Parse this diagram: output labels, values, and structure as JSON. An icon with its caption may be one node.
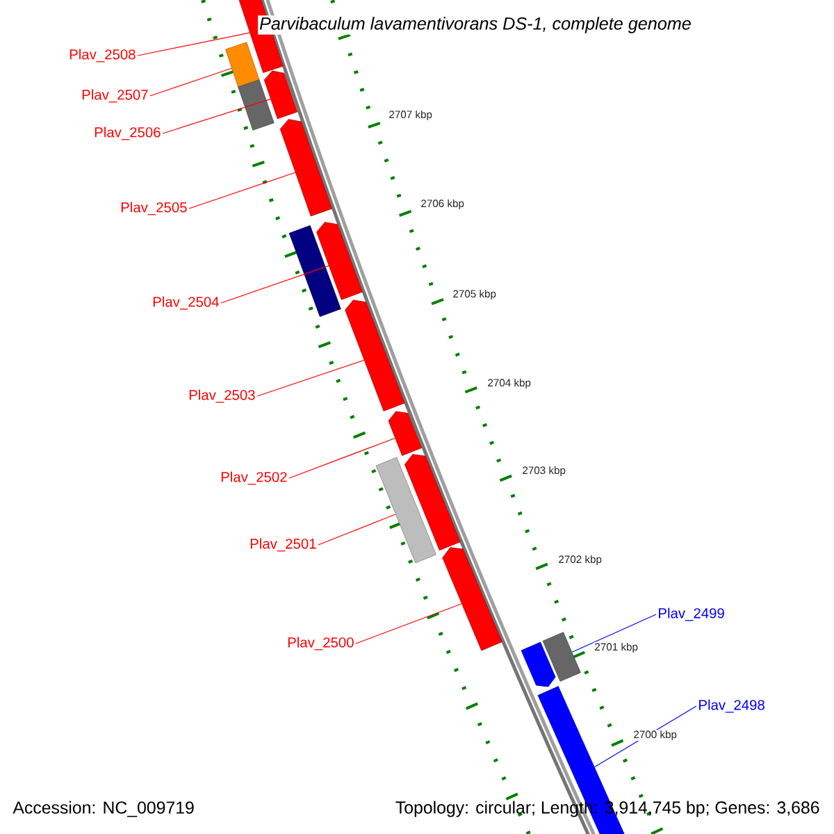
{
  "diagram": {
    "title": "Parvibaculum lavamentivorans DS-1, complete genome",
    "nodes": [
      {
        "text": [
          "Plav_2508"
        ]
      },
      {
        "text": [
          "Plav_2507"
        ]
      },
      {
        "text": [
          "Plav_2506"
        ]
      },
      {
        "text": [
          "Plav_2505"
        ]
      },
      {
        "text": [
          "Plav_2504"
        ]
      },
      {
        "text": [
          "Plav_2503"
        ]
      },
      {
        "text": [
          "Plav_2502"
        ]
      },
      {
        "text": [
          "Plav_2501"
        ]
      },
      {
        "text": [
          "Plav_2500"
        ]
      },
      {
        "text": [
          "Plav_2499"
        ]
      },
      {
        "text": [
          "Plav_2498"
        ]
      },
      {
        "text": [],
        "shape": "box"
      },
      {
        "text": [],
        "shape": "box"
      },
      {
        "text": [],
        "shape": "box"
      },
      {
        "text": [],
        "shape": "box"
      },
      {
        "text": [],
        "shape": "box"
      },
      {
        "text": [],
        "shape": "box"
      },
      {
        "text": [],
        "shape": "box"
      },
      {
        "text": [],
        "shape": "box"
      },
      {
        "text": [],
        "shape": "box"
      },
      {
        "text": [],
        "shape": "box"
      },
      {
        "text": [],
        "shape": "box"
      },
      {
        "text": [],
        "shape": "box"
      },
      {
        "text": [],
        "shape": "box"
      },
      {
        "text": [],
        "shape": "box"
      },
      {
        "text": [],
        "shape": "box"
      }
    ],
    "edges": [
      {
        "from": 0,
        "to": 11,
        "arrow": "none"
      },
      {
        "from": 1,
        "to": 12,
        "arrow": "none"
      },
      {
        "from": 2,
        "to": 13,
        "arrow": "none"
      },
      {
        "from": 3,
        "to": 15,
        "arrow": "none"
      },
      {
        "from": 4,
        "to": 17,
        "arrow": "none"
      },
      {
        "from": 5,
        "to": 18,
        "arrow": "none"
      },
      {
        "from": 6,
        "to": 19,
        "arrow": "none"
      },
      {
        "from": 7,
        "to": 20,
        "arrow": "none"
      },
      {
        "from": 8,
        "to": 22,
        "arrow": "none"
      },
      {
        "from": 9,
        "to": 24,
        "arrow": "none",
        "color": "#0000ff"
      },
      {
        "from": 10,
        "to": 25,
        "arrow": "none",
        "color": "#0000ff"
      }
    ],
    "labels": [
      "2707 kbp",
      "2706 kbp",
      "2705 kbp",
      "2704 kbp",
      "2703 kbp",
      "2702 kbp",
      "2701 kbp",
      "2700 kbp",
      "Accession: NC_009719",
      "Topology: circular; Length: 3,914,745 bp; Genes: 3,686"
    ]
  }
}
